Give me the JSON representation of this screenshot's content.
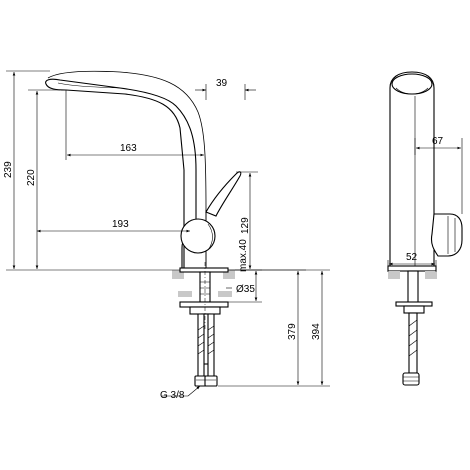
{
  "drawing": {
    "front_view": {
      "dimensions": {
        "height_total": "239",
        "height_spout": "220",
        "reach_163": "163",
        "reach_193": "193",
        "spout_top_39": "39",
        "lever_height": "129",
        "mount_max": "max.40",
        "hole_diameter": "Ø35",
        "hose_379": "379",
        "hose_394": "394",
        "connection": "G 3/8"
      }
    },
    "side_view": {
      "dimensions": {
        "offset_67": "67",
        "base_52": "52"
      }
    }
  }
}
